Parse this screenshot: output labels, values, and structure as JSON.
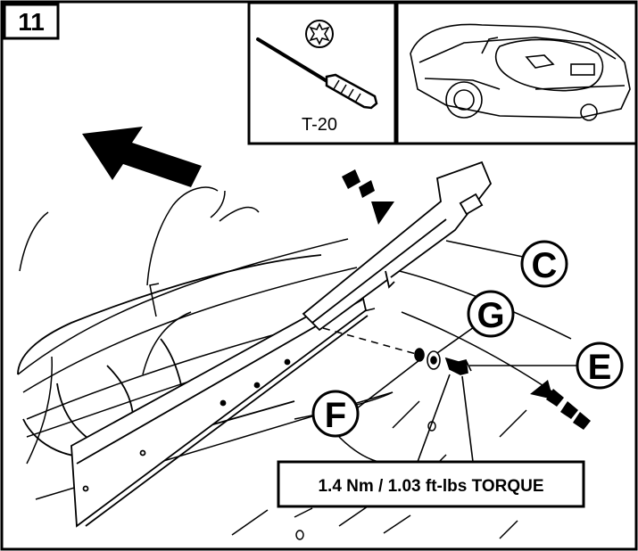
{
  "step": {
    "number": "11"
  },
  "tool": {
    "label": "T-20",
    "bit_icon": "torx-bit-icon",
    "tool_icon": "screwdriver-icon"
  },
  "callouts": {
    "c": "C",
    "g": "G",
    "e": "E",
    "f": "F"
  },
  "torque": {
    "label": "1.4 Nm / 1.03 ft-lbs TORQUE"
  },
  "colors": {
    "ink": "#000000",
    "paper": "#ffffff"
  }
}
